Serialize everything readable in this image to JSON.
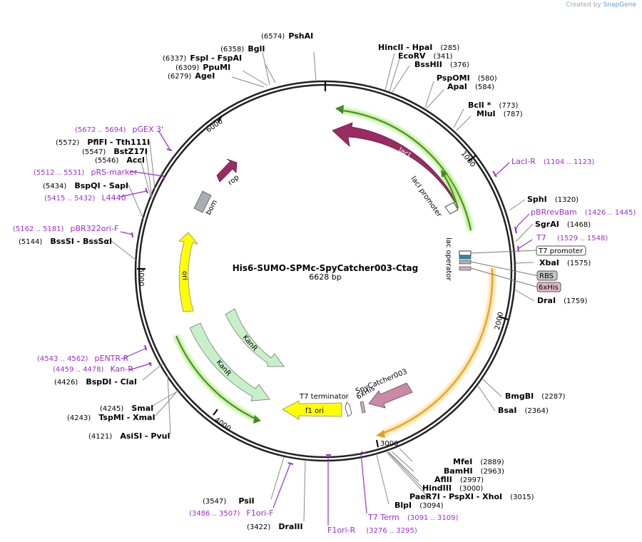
{
  "plasmid": {
    "name": "His6-SUMO-SPMc-SpyCatcher003-Ctag",
    "length_label": "6628 bp",
    "length": 6628
  },
  "credit": {
    "prefix": "Created by",
    "brand": "SnapGene"
  },
  "ticks": [
    "1000",
    "2000",
    "3000",
    "4000",
    "5000",
    "6000"
  ],
  "enzymes": [
    {
      "label": "PshAI",
      "pos": "(6574)"
    },
    {
      "label": "BglI",
      "pos": "(6358)"
    },
    {
      "label": "FspI - FspAI",
      "pos": "(6337)"
    },
    {
      "label": "PpuMI",
      "pos": "(6309)"
    },
    {
      "label": "AgeI",
      "pos": "(6279)"
    },
    {
      "label": "HincII - HpaI",
      "pos": "(285)"
    },
    {
      "label": "EcoRV",
      "pos": "(341)"
    },
    {
      "label": "BssHII",
      "pos": "(376)"
    },
    {
      "label": "PspOMI",
      "pos": "(580)"
    },
    {
      "label": "ApaI",
      "pos": "(584)"
    },
    {
      "label": "BclI *",
      "pos": "(773)"
    },
    {
      "label": "MluI",
      "pos": "(787)"
    },
    {
      "label": "SphI",
      "pos": "(1320)"
    },
    {
      "label": "SgrAI",
      "pos": "(1468)"
    },
    {
      "label": "XbaI",
      "pos": "(1575)"
    },
    {
      "label": "DraI",
      "pos": "(1759)"
    },
    {
      "label": "BmgBI",
      "pos": "(2287)"
    },
    {
      "label": "BsaI",
      "pos": "(2364)"
    },
    {
      "label": "MfeI",
      "pos": "(2889)"
    },
    {
      "label": "BamHI",
      "pos": "(2963)"
    },
    {
      "label": "AflII",
      "pos": "(2997)"
    },
    {
      "label": "HindIII",
      "pos": "(3000)"
    },
    {
      "label": "PaeR7I - PspXI - XhoI",
      "pos": "(3015)"
    },
    {
      "label": "BlpI",
      "pos": "(3094)"
    },
    {
      "label": "PsiI",
      "pos": "(3547)"
    },
    {
      "label": "DraIII",
      "pos": "(3422)"
    },
    {
      "label": "SmaI",
      "pos": "(4245)"
    },
    {
      "label": "TspMI - XmaI",
      "pos": "(4243)"
    },
    {
      "label": "AsiSI - PvuI",
      "pos": "(4121)"
    },
    {
      "label": "BspDI - ClaI",
      "pos": "(4426)"
    },
    {
      "label": "BssSI - BssSαI",
      "pos": "(5144)"
    },
    {
      "label": "BspQI - SapI",
      "pos": "(5434)"
    },
    {
      "label": "AccI",
      "pos": "(5546)"
    },
    {
      "label": "BstZ17I",
      "pos": "(5547)"
    },
    {
      "label": "PflFI - Tth111I",
      "pos": "(5572)"
    }
  ],
  "primers": [
    {
      "label": "LacI-R",
      "pos": "(1104 .. 1123)"
    },
    {
      "label": "pBRrevBam",
      "pos": "(1426 .. 1445)"
    },
    {
      "label": "T7",
      "pos": "(1529 .. 1548)"
    },
    {
      "label": "T7 Term",
      "pos": "(3091 .. 3109)"
    },
    {
      "label": "F1ori-R",
      "pos": "(3276 .. 3295)"
    },
    {
      "label": "F1ori-F",
      "pos": "(3486 .. 3507)"
    },
    {
      "label": "Kan-R",
      "pos": "(4459 .. 4478)"
    },
    {
      "label": "pENTR-R",
      "pos": "(4543 .. 4562)"
    },
    {
      "label": "pBR322ori-F",
      "pos": "(5162 .. 5181)"
    },
    {
      "label": "L4440",
      "pos": "(5415 .. 5432)"
    },
    {
      "label": "pRS-marker",
      "pos": "(5512 .. 5531)"
    },
    {
      "label": "pGEX 3'",
      "pos": "(5672 .. 5694)"
    }
  ],
  "features": {
    "lacI": "lacI",
    "lacI_promoter": "lacI promoter",
    "lac_operator": "lac operator",
    "rop": "rop",
    "bom": "bom",
    "ori": "ori",
    "kanR1": "KanR",
    "kanR2": "KanR",
    "f1ori": "f1 ori",
    "t7term": "T7 terminator",
    "spycatcher": "SpyCatcher003",
    "his6": "6xHis",
    "t7promoter": "T7 promoter",
    "rbs": "RBS",
    "sixhis": "6xHis"
  },
  "colors": {
    "lacI": "#9b2c63",
    "rop": "#9b2c63",
    "ori": "#ffff00",
    "kanR": "#c8f0c8",
    "spycatcher": "#c98aa8",
    "bom": "#a9adb4",
    "primer": "#9b30c8",
    "green_arc": "#3f8f1a",
    "orange_arc": "#e0a020"
  }
}
